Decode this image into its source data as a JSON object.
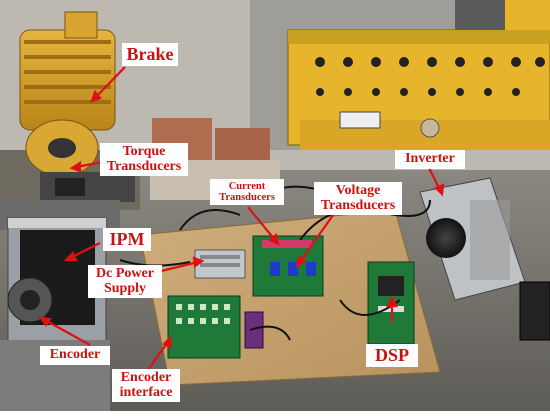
{
  "labels": {
    "brake": "Brake",
    "torque_line1": "Torque",
    "torque_line2": "Transducers",
    "current_line1": "Current",
    "current_line2": "Transducers",
    "voltage_line1": "Voltage",
    "voltage_line2": "Transducers",
    "inverter": "Inverter",
    "ipm": "IPM",
    "dc_line1": "Dc Power",
    "dc_line2": "Supply",
    "encoder": "Encoder",
    "encoder_if_line1": "Encoder",
    "encoder_if_line2": "interface",
    "dsp": "DSP"
  },
  "colors": {
    "label_text": "#cc1111",
    "arrow": "#dd1111",
    "board_green": "#1f7a3a",
    "yellow_panel": "#e7b52c",
    "motor_yellow": "#d9a32a"
  }
}
